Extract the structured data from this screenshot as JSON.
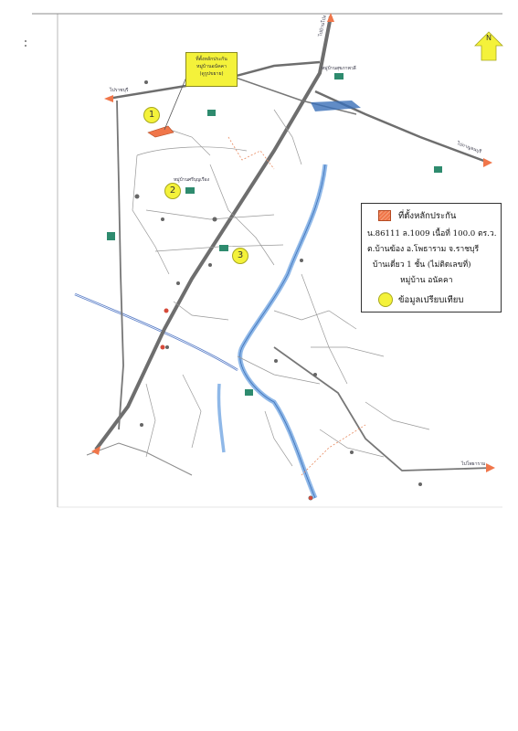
{
  "map": {
    "callout_lines": [
      "ที่ตั้งหลักประกัน",
      "หมู่บ้านอนัคคา",
      "(ดูรูปขยาย)"
    ],
    "legend": {
      "collateral_label": "ที่ตั้งหลักประกัน",
      "deed_line": "น.86111 ล.1009 เนื้อที่ 100.0 ตร.ว.",
      "location_line": "ต.บ้านฆ้อง อ.โพธาราม จ.ราชบุรี",
      "building_line": "บ้านเดี่ยว 1 ชั้น (ไม่ติดเลขที่)",
      "village_line": "หมู่บ้าน อนัคคา",
      "comparables_label": "ข้อมูลเปรียบเทียบ"
    },
    "markers": [
      "1",
      "2",
      "3"
    ],
    "north_arrow": {
      "label": "N"
    },
    "road_labels": [
      "ไปราชบุรี",
      "ไปกาญจนบุรี",
      "ไปโพธาราม",
      "ไปบ้านโป่ง",
      "หมู่บ้านสุขภาพวลี",
      "หมู่บ้านศรีบุญเรือง"
    ],
    "colors": {
      "road": "#6e6e6e",
      "river": "#8fb8e8",
      "highlight": "#f4f23a",
      "collateral": "#f0764a",
      "road_end": "#f0764a"
    }
  }
}
